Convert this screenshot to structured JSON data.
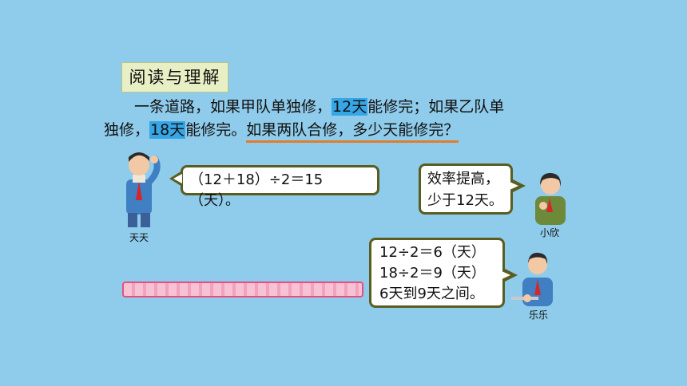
{
  "section_tag": "阅读与理解",
  "problem": {
    "l1_a": "一条道路，如果甲队单独修，",
    "l1_hl": "12天",
    "l1_b": "能修完；如果乙队单",
    "l2_a": "独修，",
    "l2_hl": "18天",
    "l2_b": "能修完。",
    "l2_question": "如果两队合修，多少天能修完？"
  },
  "characters": {
    "tiantian": {
      "name": "天天",
      "speech": "（12＋18）÷2＝15（天）。"
    },
    "xiaoxin": {
      "name": "小欣",
      "speech_line1": "效率提高，",
      "speech_line2": "少于12天。"
    },
    "lele": {
      "name": "乐乐",
      "speech_line1": "12÷2＝6（天）",
      "speech_line2": "18÷2＝9（天）",
      "speech_line3": "6天到9天之间。"
    }
  },
  "progress_bar": {
    "value_percent": 100,
    "color": "#f2a2bd"
  },
  "colors": {
    "background": "#8fcbea",
    "highlight": "#37a6e6",
    "underline": "#e07d2c",
    "bubble_border": "#5a5d20"
  }
}
